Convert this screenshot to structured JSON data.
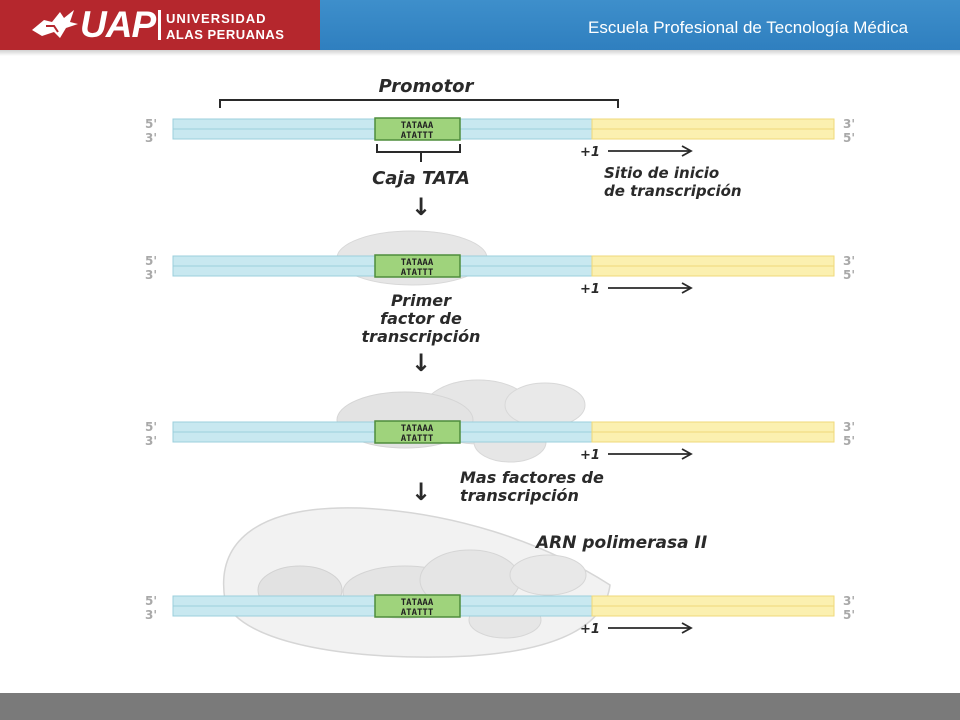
{
  "header": {
    "logo_text": "UAP",
    "logo_line1": "UNIVERSIDAD",
    "logo_line2": "ALAS PERUANAS",
    "title": "Escuela Profesional de Tecnología Médica"
  },
  "diagram": {
    "promoter_label": "Promotor",
    "end_5": "5'",
    "end_3": "3'",
    "top_sequence": "TATAAA",
    "bottom_sequence": "ATATTT",
    "tss_mark": "+1",
    "tata_label": "Caja TATA",
    "tss_label_line1": "Sitio de inicio",
    "tss_label_line2": "de transcripción",
    "first_factor_line1": "Primer",
    "first_factor_line2": "factor de",
    "first_factor_line3": "transcripción",
    "more_factors_line1": "Mas factores de",
    "more_factors_line2": "transcripción",
    "polymerase_label": "ARN polimerasa II",
    "step_arrow": "↓"
  },
  "colors": {
    "header_red": "#b5272d",
    "header_blue": "#3589c7",
    "dna_blue": "#c8e8f0",
    "dna_yellow": "#fbf0b0",
    "tata_green": "#9fd37c",
    "protein_gray": "#e6e6e6"
  }
}
